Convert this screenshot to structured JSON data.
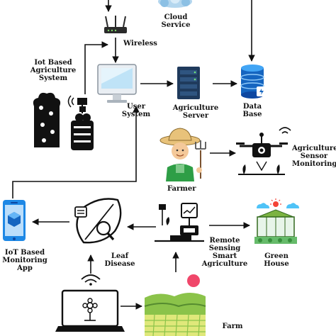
{
  "labels": {
    "cloud": [
      "Cloud",
      "Service"
    ],
    "wireless": "Wireless",
    "iot_system": [
      "Iot Based",
      "Agriculture",
      "System"
    ],
    "user_system": [
      "User",
      "System"
    ],
    "agri_server": [
      "Agriculture",
      "Server"
    ],
    "database": [
      "Data",
      "Base"
    ],
    "sensor_monitoring": [
      "Agriculture",
      "Sensor",
      "Monitoring"
    ],
    "farmer": "Farmer",
    "iot_app": [
      "IoT Based",
      "Monitoring",
      "App"
    ],
    "leaf_disease": [
      "Leaf",
      "Disease"
    ],
    "remote_sensing": [
      "Remote",
      "Sensing",
      "Smart",
      "Agriculture"
    ],
    "green_house": [
      "Green",
      "House"
    ],
    "farm": "Farm"
  },
  "colors": {
    "line": "#111111",
    "server_blue": "#1f3a5c",
    "db_blue": "#1565c0",
    "phone_blue": "#1e88e5",
    "farm_green": "#8bc34a",
    "farm_yellow": "#dfe87a",
    "red_dot": "#f0476a",
    "farmer_green": "#2e9e46",
    "hat_tan": "#e8c27a"
  }
}
